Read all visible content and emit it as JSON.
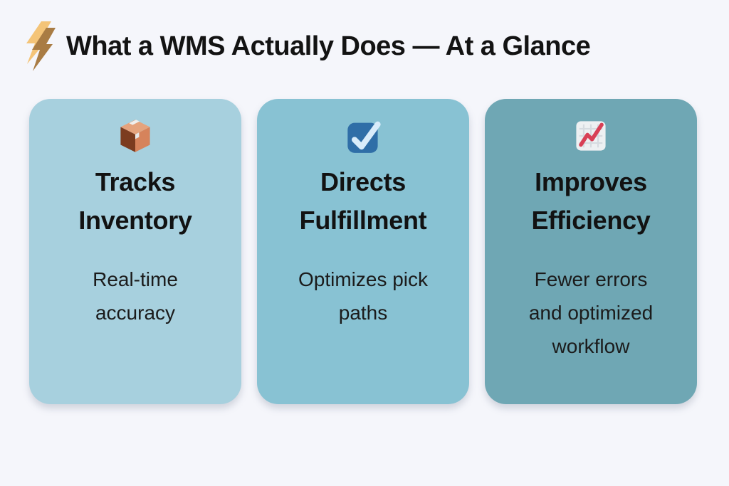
{
  "page": {
    "background_color": "#f5f6fb",
    "text_color": "#161616"
  },
  "header": {
    "icon": "lightning-bolt-icon",
    "icon_colors": {
      "light": "#f4c478",
      "dark": "#a97c44"
    },
    "title": "What a WMS Actually Does — At a Glance"
  },
  "cards": [
    {
      "icon": "package-icon",
      "title": "Tracks\nInventory",
      "description": "Real-time\naccuracy",
      "background": "#a7d0de"
    },
    {
      "icon": "checkbox-checked-icon",
      "icon_colors": {
        "box": "#2f6ea7",
        "check": "#d9ecfa"
      },
      "title": "Directs\nFulfillment",
      "description": "Optimizes pick\npaths",
      "background": "#88c2d3"
    },
    {
      "icon": "chart-increasing-icon",
      "icon_colors": {
        "panel": "#edf0f2",
        "line": "#d84056"
      },
      "title": "Improves\nEfficiency",
      "description": "Fewer errors\nand optimized\nworkflow",
      "background": "#6fa7b4"
    }
  ]
}
